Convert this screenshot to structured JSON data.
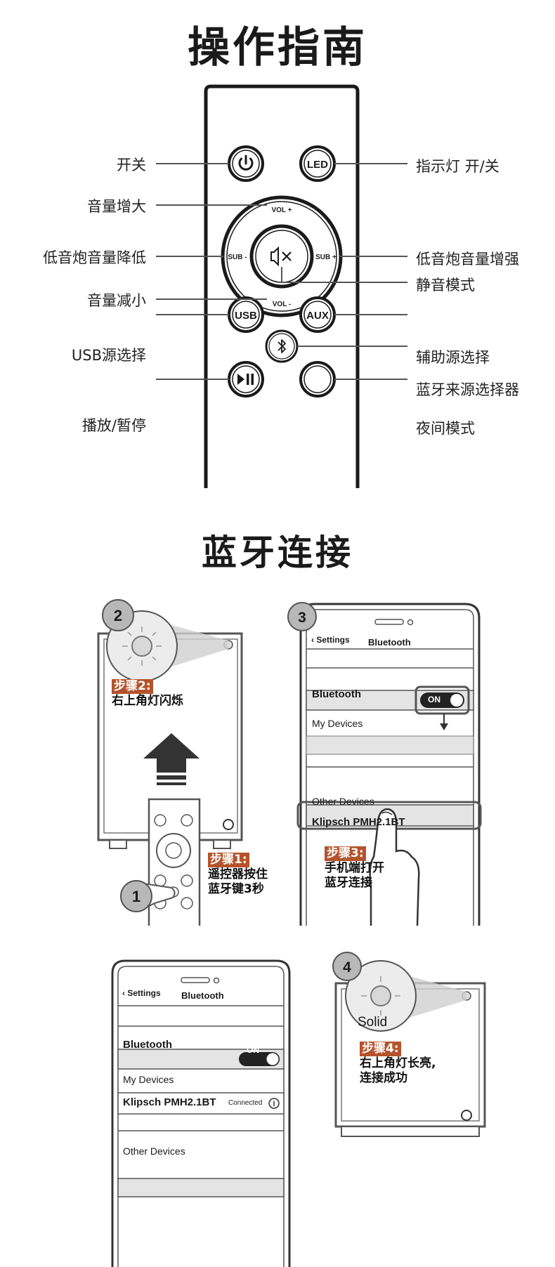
{
  "section1": {
    "title": "操作指南",
    "labels_left": [
      "开关",
      "音量增大",
      "低音炮音量降低",
      "音量减小",
      "USB源选择",
      "播放/暂停"
    ],
    "labels_right": [
      "指示灯 开/关",
      "低音炮音量增强",
      "静音模式",
      "辅助源选择",
      "蓝牙来源选择器",
      "夜间模式"
    ],
    "remote": {
      "led": "LED",
      "vol_up": "VOL +",
      "vol_down": "VOL -",
      "sub_minus": "SUB -",
      "sub_plus": "SUB +",
      "usb": "USB",
      "aux": "AUX",
      "icons": [
        "power-icon",
        "mute-icon",
        "bluetooth-icon",
        "play-pause-icon",
        "moon-icon"
      ]
    }
  },
  "section2": {
    "title": "蓝牙连接",
    "steps": [
      {
        "num": "1",
        "tag": "步骤1:",
        "text": [
          "遥控器按住",
          "蓝牙键3秒"
        ]
      },
      {
        "num": "2",
        "tag": "步骤2:",
        "text": [
          "右上角灯闪烁"
        ]
      },
      {
        "num": "3",
        "tag": "步骤3:",
        "text": [
          "手机端打开",
          "蓝牙连接"
        ]
      },
      {
        "num": "4",
        "tag": "步骤4:",
        "text": [
          "右上角灯长亮,",
          "连接成功"
        ]
      }
    ],
    "phone": {
      "back": "Settings",
      "header": "Bluetooth",
      "bluetooth_row": "Bluetooth",
      "toggle": "ON",
      "my_devices": "My Devices",
      "other_devices": "Other Devices",
      "device_name": "Klipsch PMH2.1BT",
      "connected": "Connected"
    },
    "solid_label": "Solid"
  }
}
